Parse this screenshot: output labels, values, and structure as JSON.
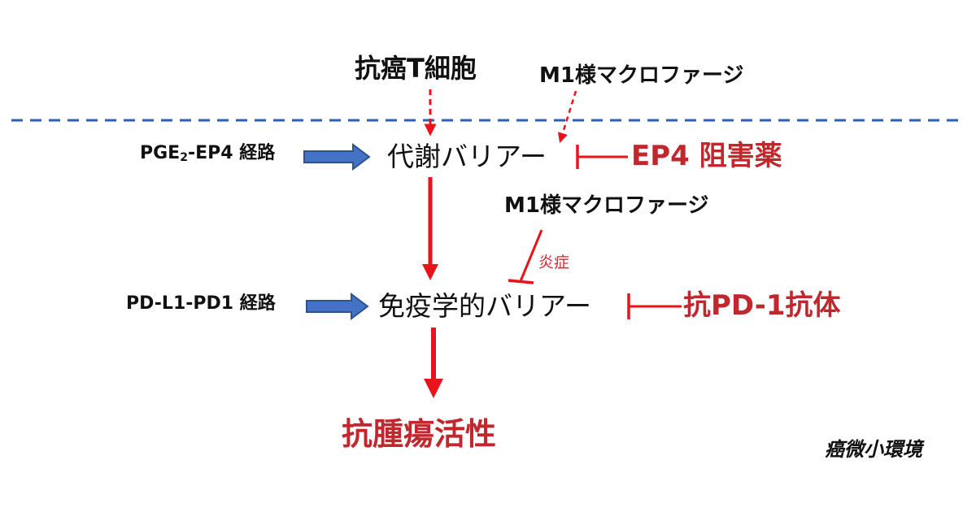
{
  "diagram": {
    "anti_cancer_t_cell": "抗癌T細胞",
    "m1_macrophage_top": "M1様マクロファージ",
    "pge2_ep4_prefix": "PGE",
    "pge2_ep4_sub": "2",
    "pge2_ep4_suffix": "-EP4 経路",
    "metabolic_barrier": "代謝バリアー",
    "ep4_inhibitor": "EP4 阻害薬",
    "m1_macrophage_mid": "M1様マクロファージ",
    "inflammation": "炎症",
    "pdl1_pd1_pathway": "PD-L1-PD1 経路",
    "immune_barrier": "免疫学的バリアー",
    "anti_pd1_antibody": "抗PD-1抗体",
    "anti_tumor_activity": "抗腫瘍活性",
    "tumor_microenvironment": "癌微小環境"
  },
  "colors": {
    "accent_red": "#c0282d",
    "arrow_red": "#e8131b",
    "pathway_blue": "#4472c4",
    "dashed_line_blue": "#2e5fb8",
    "text_dark": "#111111"
  }
}
